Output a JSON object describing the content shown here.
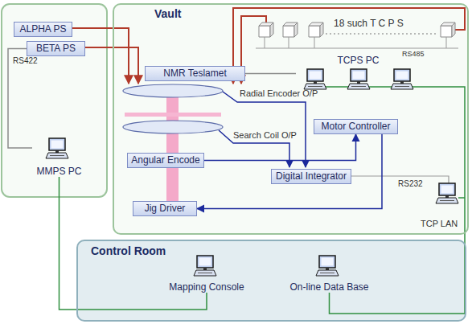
{
  "diagram": {
    "nodes": [
      {
        "text": [
          "ALPHA PS"
        ]
      },
      {
        "text": [
          "BETA PS"
        ]
      },
      {
        "text": [
          "MMPS PC"
        ]
      },
      {
        "text": [
          "Vault"
        ]
      },
      {
        "text": [
          "NMR Teslamet"
        ],
        "in": 3
      },
      {
        "text": [
          "TCPS PC"
        ],
        "in": 3
      },
      {
        "text": [
          "Motor Controller"
        ],
        "in": 3
      },
      {
        "text": [
          "Angular Encode"
        ],
        "in": 3
      },
      {
        "text": [
          "Digital Integrator"
        ],
        "in": 3
      },
      {
        "text": [
          "Jig Driver"
        ],
        "in": 3
      },
      {
        "text": [
          "Control Room"
        ]
      },
      {
        "text": [
          "Mapping Console"
        ],
        "in": 10
      },
      {
        "text": [
          "On-line Data Base"
        ],
        "in": 10
      }
    ],
    "edges": [
      {
        "from": 1,
        "to": 2,
        "arrow": "none"
      },
      {
        "from": 2,
        "to": 11,
        "arrow": "none"
      },
      {
        "from": 5,
        "to": 12,
        "arrow": "none"
      },
      {
        "from": 7,
        "to": 6,
        "arrow": "to"
      },
      {
        "from": 6,
        "to": 9,
        "arrow": "to"
      },
      {
        "from": 4,
        "to": 5,
        "arrow": "none"
      }
    ],
    "labels": [
      "RS422",
      "18 such T C P S",
      "RS485",
      "Radial Encoder O/P",
      "Search Coil O/P",
      "RS232",
      "TCP LAN"
    ]
  }
}
